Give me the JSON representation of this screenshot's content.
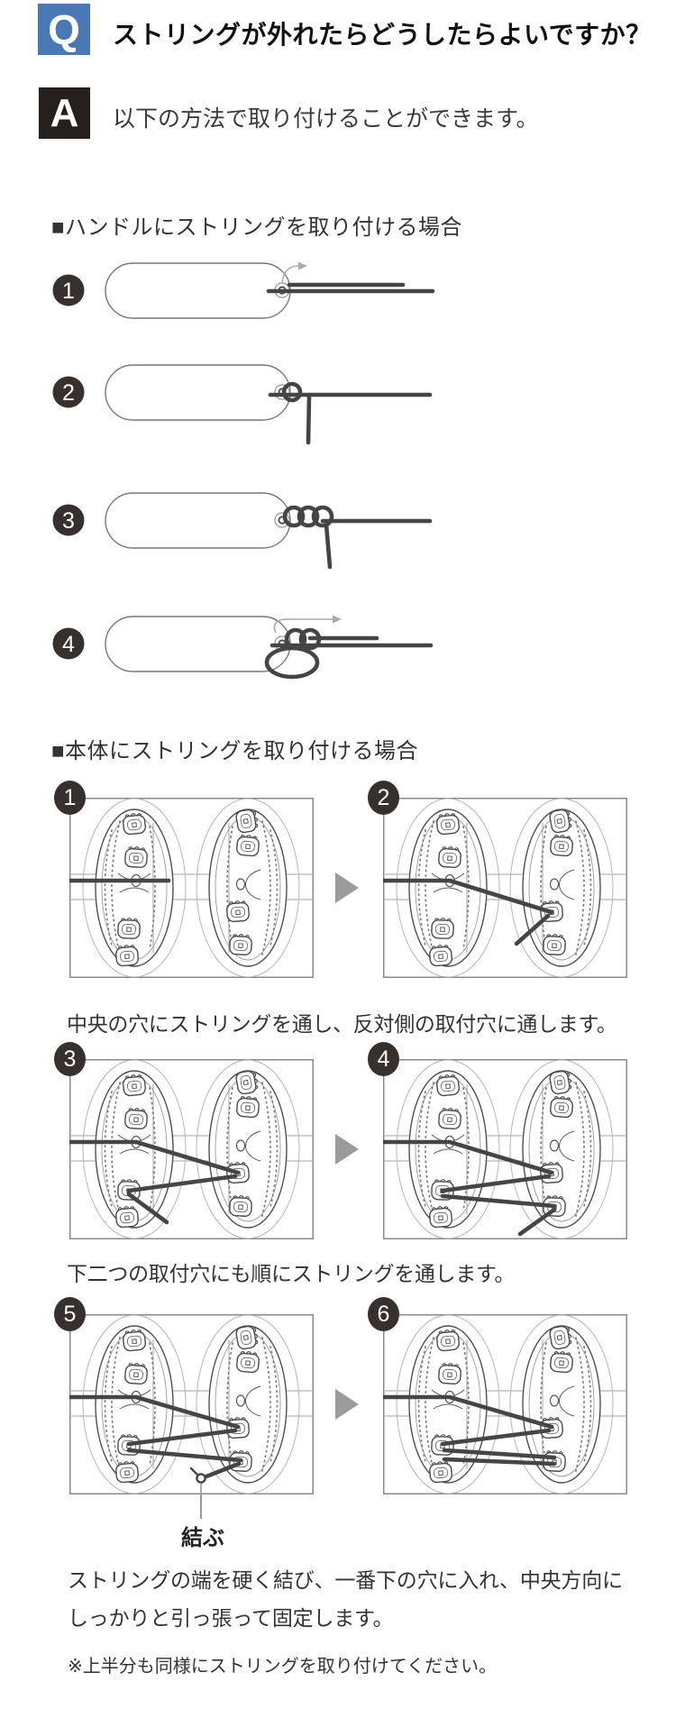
{
  "qa": {
    "q_label": "Q",
    "q_text": "ストリングが外れたらどうしたらよいですか？",
    "a_label": "A",
    "a_text": "以下の方法で取り付けることができます。"
  },
  "handle_section": {
    "heading": "■ハンドルにストリングを取り付ける場合",
    "steps": [
      {
        "number": "1"
      },
      {
        "number": "2"
      },
      {
        "number": "3"
      },
      {
        "number": "4"
      }
    ]
  },
  "body_section": {
    "heading": "■本体にストリングを取り付ける場合",
    "panels": [
      {
        "number": "1"
      },
      {
        "number": "2"
      },
      {
        "number": "3"
      },
      {
        "number": "4"
      },
      {
        "number": "5"
      },
      {
        "number": "6"
      }
    ],
    "captions": {
      "pair1": "中央の穴にストリングを通し、反対側の取付穴に通します。",
      "pair2": "下二つの取付穴にも順にストリングを通します。"
    },
    "knot_label": "結ぶ",
    "outro_lines": [
      "ストリングの端を硬く結び、一番下の穴に入れ、中央方向に",
      "しっかりと引っ張って固定します。"
    ],
    "note": "※上半分も同様にストリングを取り付けてください。"
  },
  "colors": {
    "q_badge": "#4a78b4",
    "a_badge": "#26201c",
    "step_badge": "#38302c",
    "string": "#454545",
    "arrow": "#9b9b9b"
  }
}
